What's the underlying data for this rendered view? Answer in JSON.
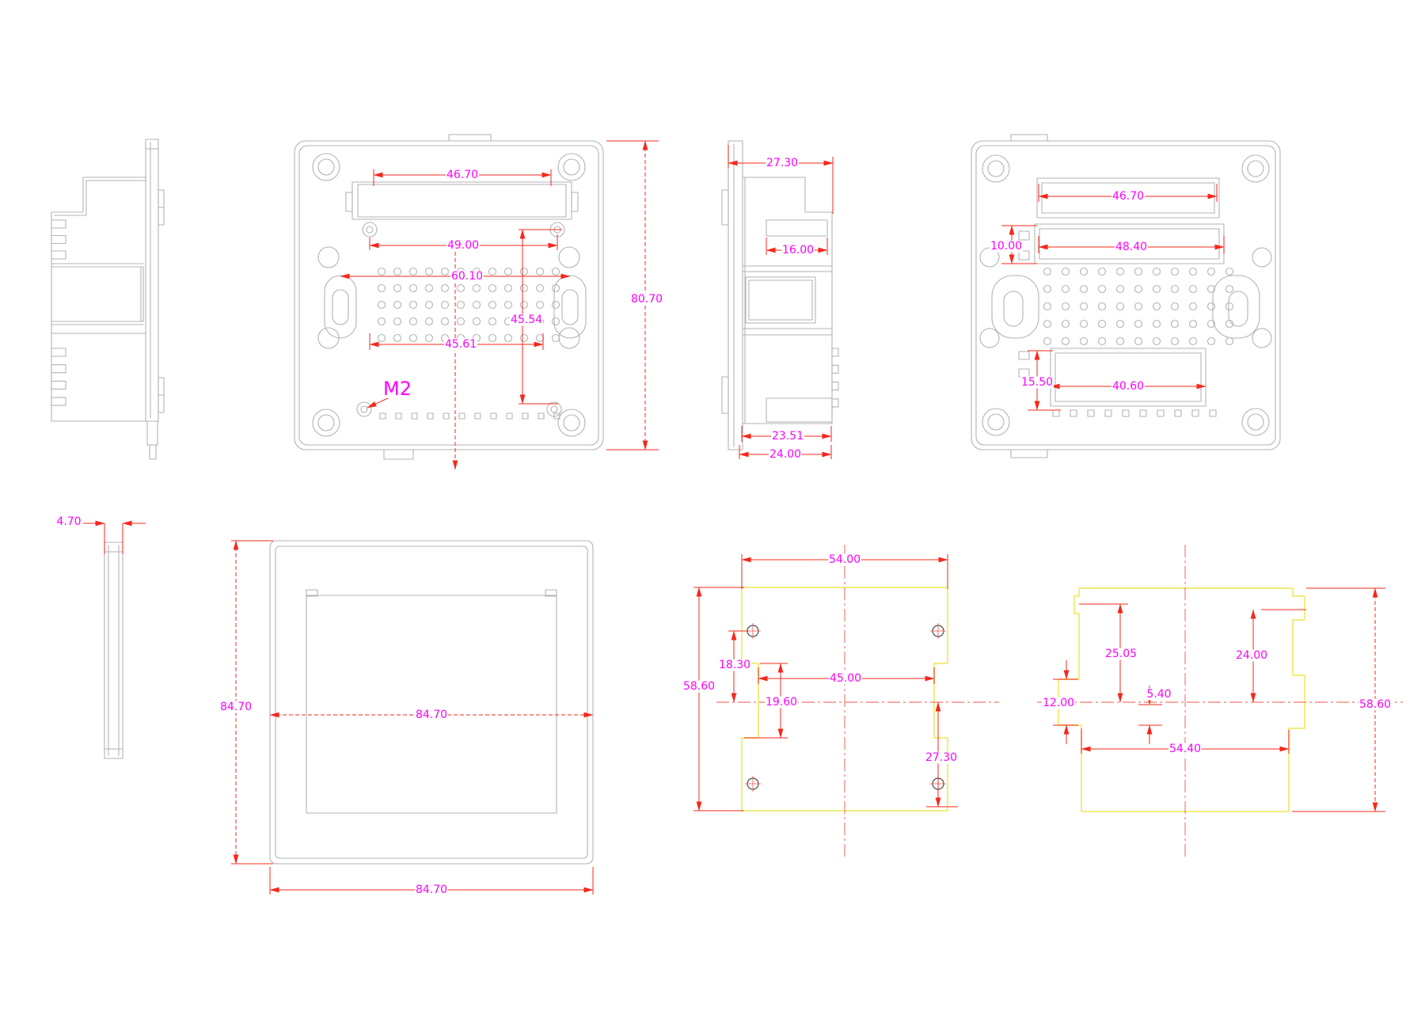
{
  "document": {
    "type": "cad-technical-drawing",
    "units": "mm",
    "background": "#ffffff"
  },
  "colors": {
    "outline": "#b3b3b3",
    "dimension_line": "#f5281c",
    "dimension_text": "#ff00ff",
    "plate_outline": "#eeeb6a",
    "centerline": "#f0544a"
  },
  "views": {
    "box_side_left": {
      "label": "side profile of rear box"
    },
    "box_front": {
      "dims": {
        "slot_width": "46.70",
        "screw_pitch": "49.00",
        "slot_center_span": "60.10",
        "vertical_pitch": "45.54",
        "grid_width": "45.61",
        "overall_height": "80.70",
        "screw_thread": "M2"
      }
    },
    "box_side_right": {
      "dims": {
        "overall_depth": "27.30",
        "recess_depth": "16.00",
        "lower_depth_a": "23.51",
        "lower_depth_b": "24.00"
      }
    },
    "box_back": {
      "dims": {
        "top_slot_width": "46.70",
        "mid_slot_width": "48.40",
        "mid_slot_height": "10.00",
        "bottom_slot_height": "15.50",
        "bottom_slot_width": "40.60"
      }
    },
    "panel_side": {
      "dims": {
        "thickness": "4.70"
      }
    },
    "panel_front": {
      "dims": {
        "overall_height": "84.70",
        "overall_width": "84.70",
        "overall_width_bottom": "84.70"
      }
    },
    "bracket_left": {
      "dims": {
        "top_width": "54.00",
        "hole_to_center": "18.30",
        "notch_width": "45.00",
        "notch_height": "19.60",
        "overall_height": "58.60",
        "center_to_bottom": "27.30"
      }
    },
    "bracket_right": {
      "dims": {
        "left_step_to_center": "25.05",
        "right_step_to_center": "24.00",
        "notch_height": "12.00",
        "overall_height": "58.60",
        "step": "5.40",
        "bottom_width": "54.40"
      }
    }
  }
}
